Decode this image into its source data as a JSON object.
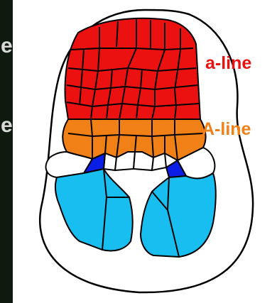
{
  "labels": {
    "a_line": "a-line",
    "A_line": "A-line"
  },
  "edge_fragments": [
    "e",
    "e"
  ],
  "colors": {
    "a_line": "#ec1111",
    "A_line": "#f18117",
    "blue_dark": "#0a1ee6",
    "blue_light": "#19bef0",
    "outline": "#000000",
    "background": "#ffffff",
    "left_strip": "#0d1a0d"
  }
}
